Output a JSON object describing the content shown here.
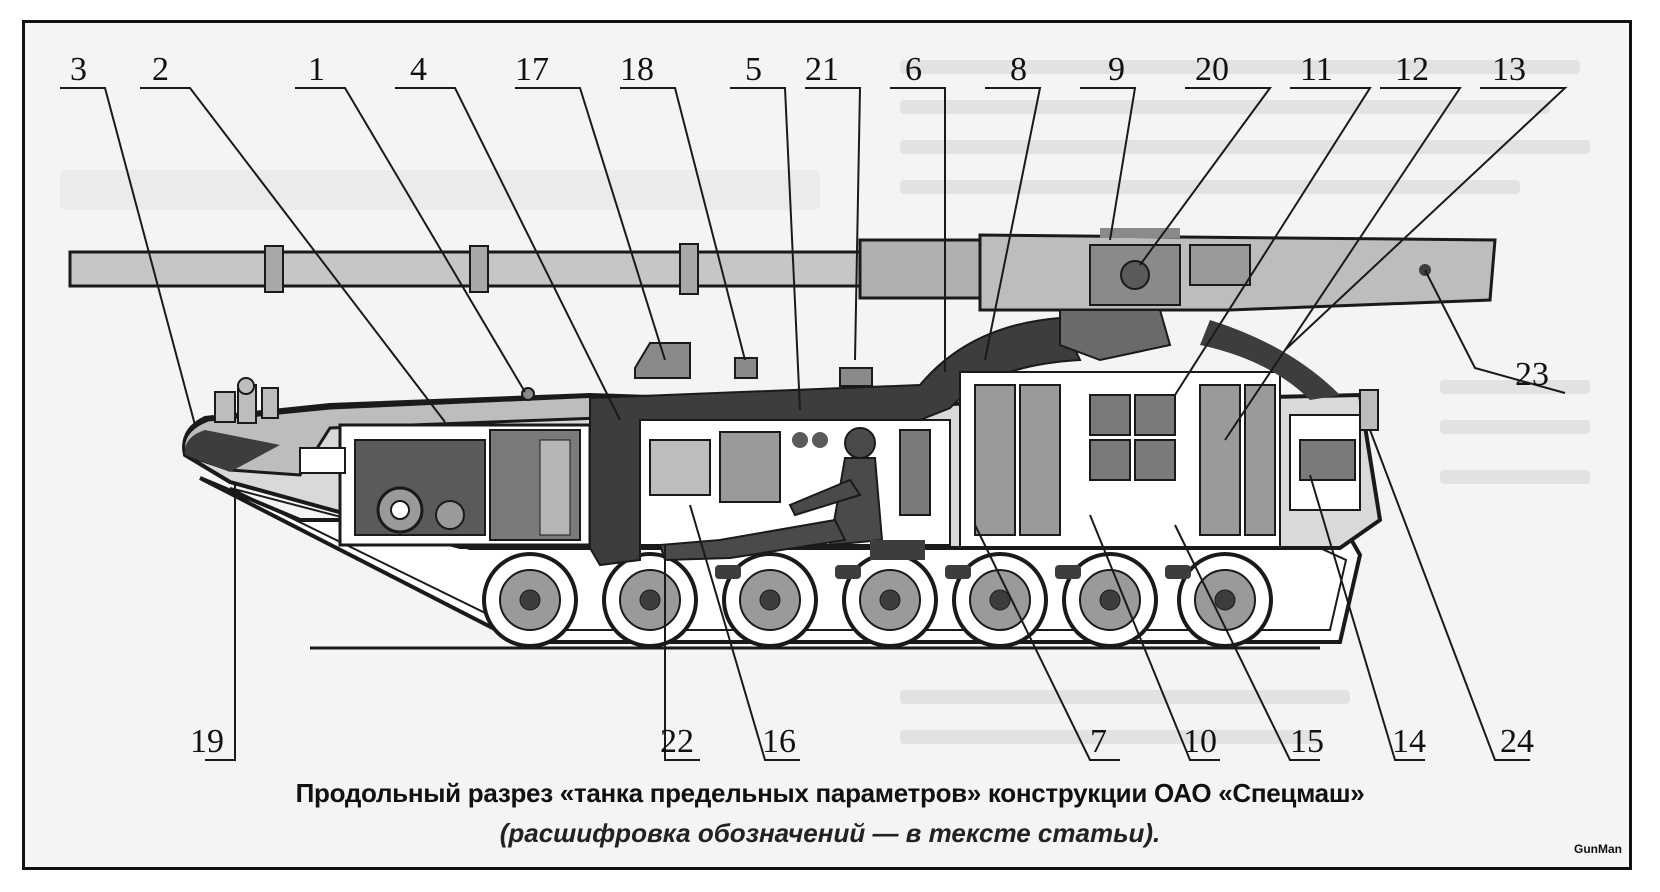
{
  "caption": {
    "line1": "Продольный разрез «танка предельных параметров» конструкции ОАО «Спецмаш»",
    "line2": "(расшифровка обозначений — в тексте статьи)."
  },
  "watermark": "GunMan",
  "callouts": {
    "top": [
      "3",
      "2",
      "1",
      "4",
      "17",
      "18",
      "5",
      "21",
      "6",
      "8",
      "9",
      "20",
      "11",
      "12",
      "13"
    ],
    "right": [
      "23"
    ],
    "bottom": [
      "19",
      "22",
      "16",
      "7",
      "10",
      "15",
      "14",
      "24"
    ]
  },
  "colors": {
    "hull": "#3d3d3d",
    "armor": "#bdbdbd",
    "interior": "#ffffff",
    "line": "#1a1a1a"
  }
}
